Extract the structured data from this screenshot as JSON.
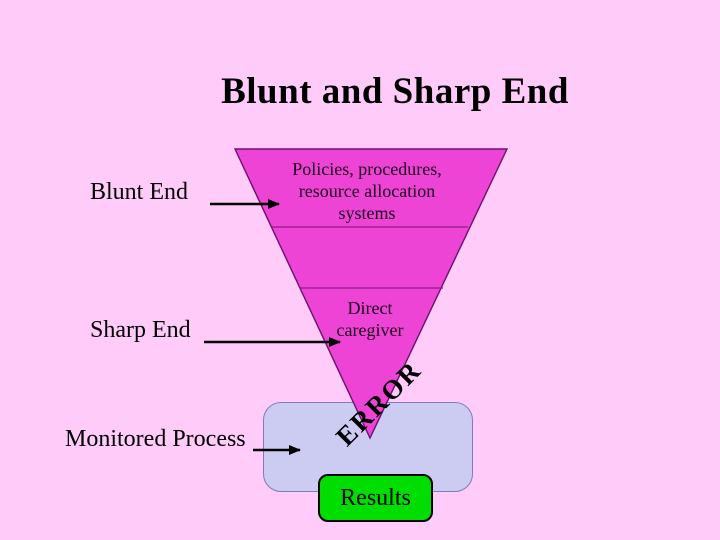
{
  "slide": {
    "title": "Blunt and Sharp End",
    "labels": {
      "blunt_end": "Blunt End",
      "sharp_end": "Sharp End",
      "monitored_process": "Monitored Process"
    },
    "triangle": {
      "top_section": "Policies, procedures,\nresource allocation\nsystems",
      "bottom_section": "Direct\ncaregiver"
    },
    "error_label": "ERROR",
    "results_label": "Results"
  },
  "colors": {
    "bg": "#ffccfa",
    "triangle-fill": "#ee44d6",
    "triangle-stroke": "#6b116b",
    "divider": "#8a1f8a",
    "process-box-fill": "#ccccf2",
    "process-box-stroke": "#7d7db8",
    "results-fill": "#00dd00",
    "ink": "#000000"
  }
}
